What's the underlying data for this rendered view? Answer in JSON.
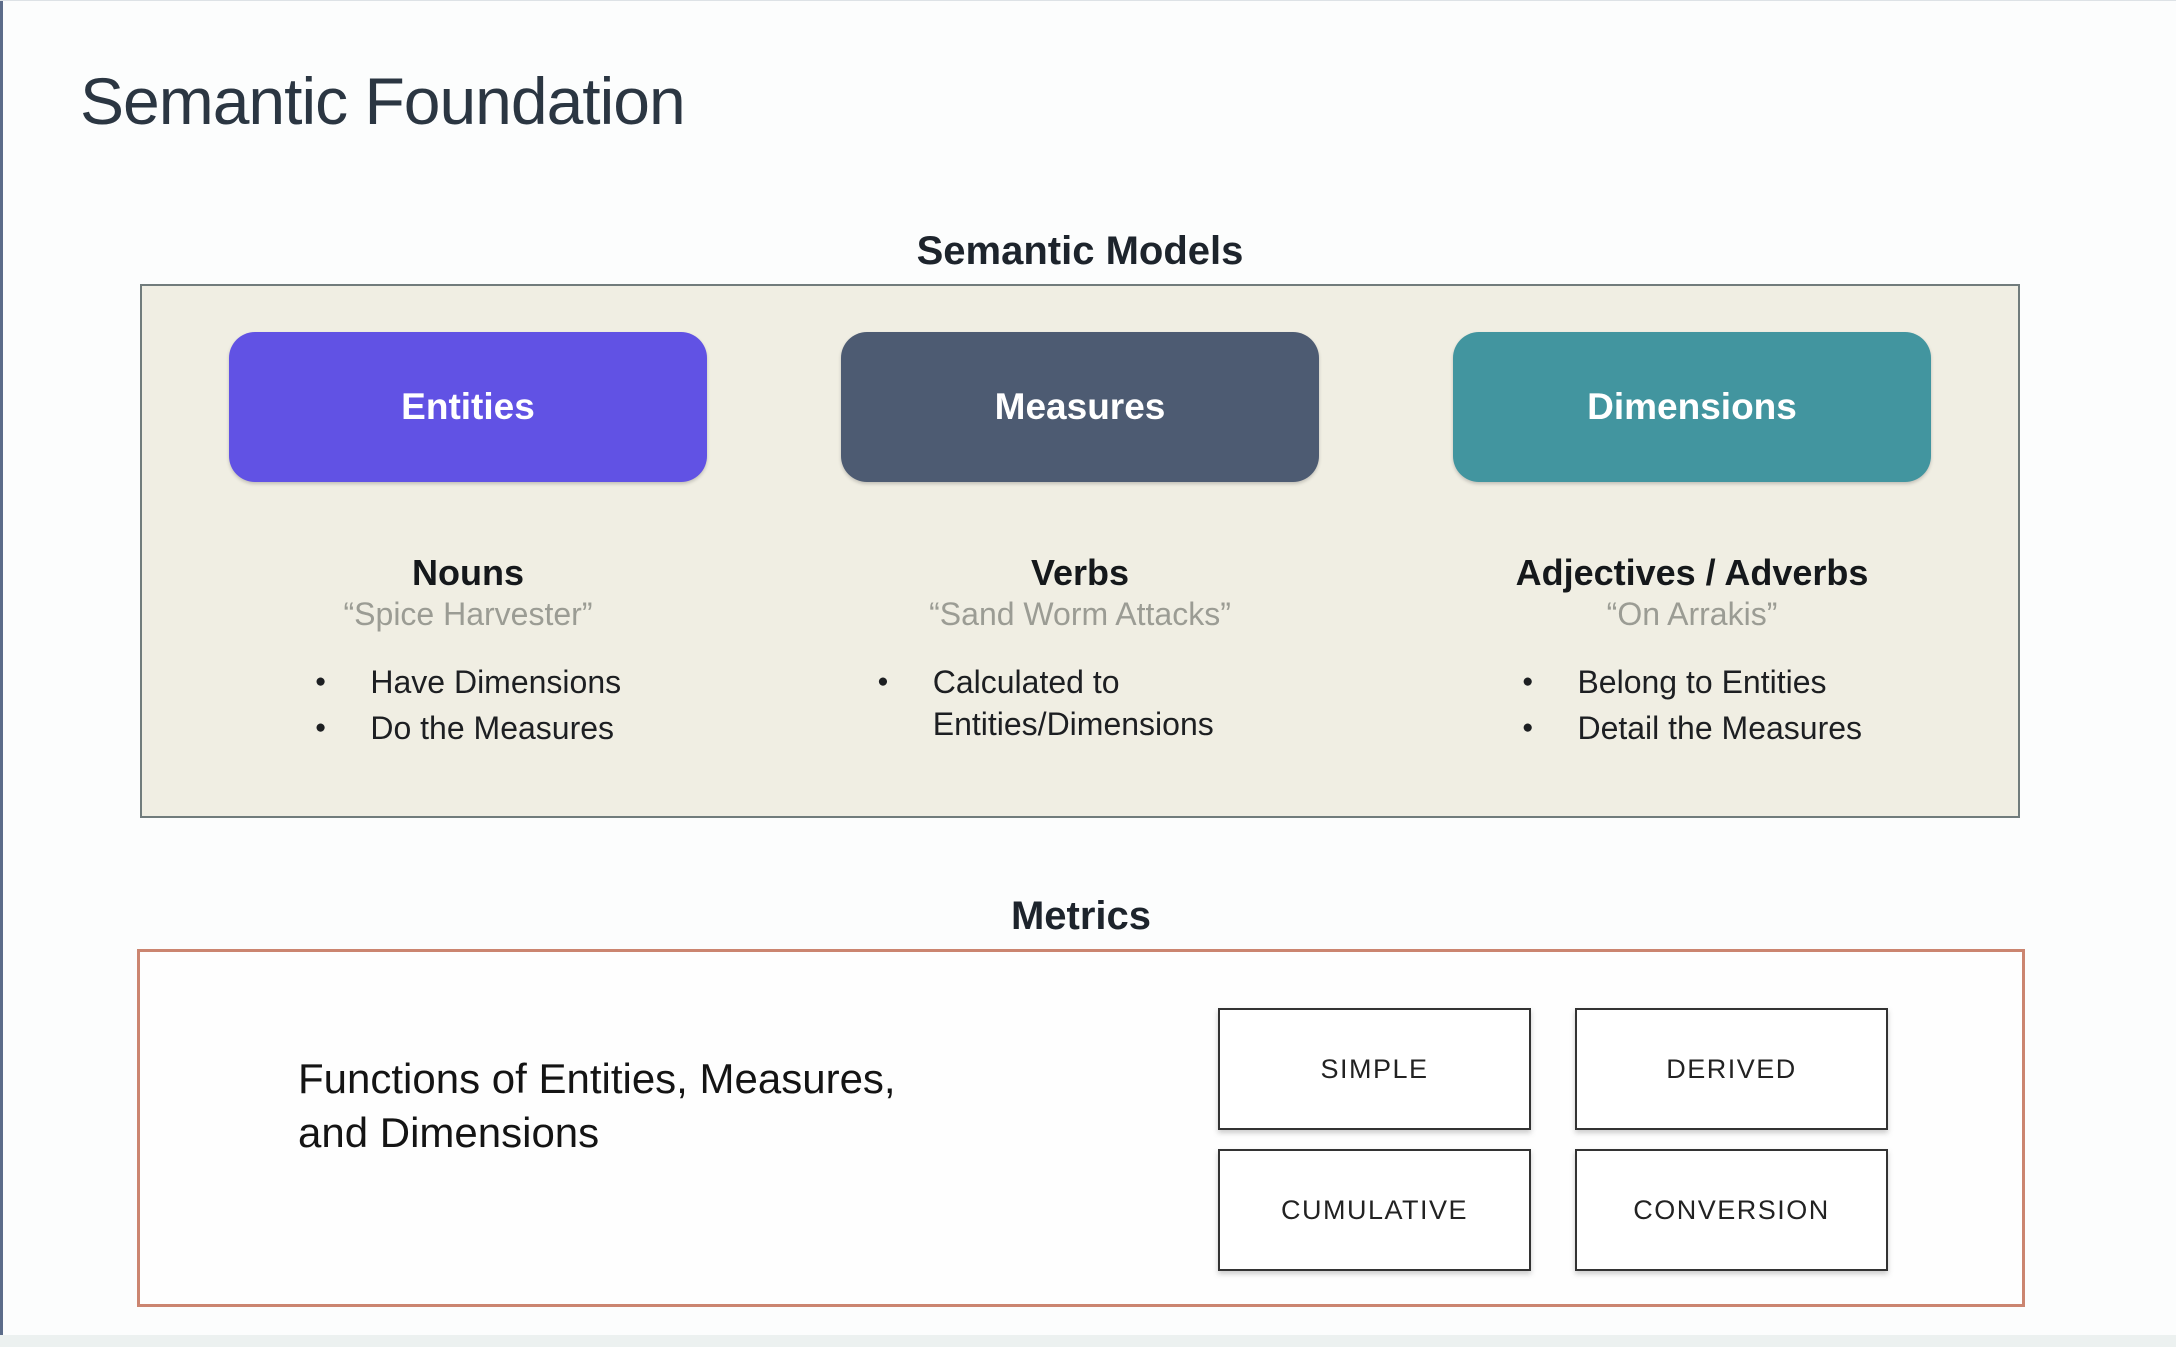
{
  "page": {
    "title": "Semantic Foundation"
  },
  "semantic_models": {
    "heading": "Semantic Models",
    "columns": [
      {
        "button": "Entities",
        "role": "Nouns",
        "example": "“Spice Harvester”",
        "bullets": [
          "Have Dimensions",
          "Do the Measures"
        ]
      },
      {
        "button": "Measures",
        "role": "Verbs",
        "example": "“Sand Worm Attacks”",
        "bullets": [
          "Calculated to Entities/Dimensions"
        ]
      },
      {
        "button": "Dimensions",
        "role": "Adjectives / Adverbs",
        "example": "“On Arrakis”",
        "bullets": [
          "Belong to Entities",
          "Detail the Measures"
        ]
      }
    ]
  },
  "metrics": {
    "heading": "Metrics",
    "description": "Functions of Entities, Measures, and Dimensions",
    "types": [
      "SIMPLE",
      "DERIVED",
      "CUMULATIVE",
      "CONVERSION"
    ]
  },
  "colors": {
    "entities_button": "#6152e4",
    "measures_button": "#4d5b72",
    "dimensions_button": "#42959f",
    "models_panel_bg": "#f0eee3",
    "models_panel_border": "#717c7c",
    "metrics_panel_border": "#cb8570",
    "page_bg": "#fcfdfd"
  }
}
